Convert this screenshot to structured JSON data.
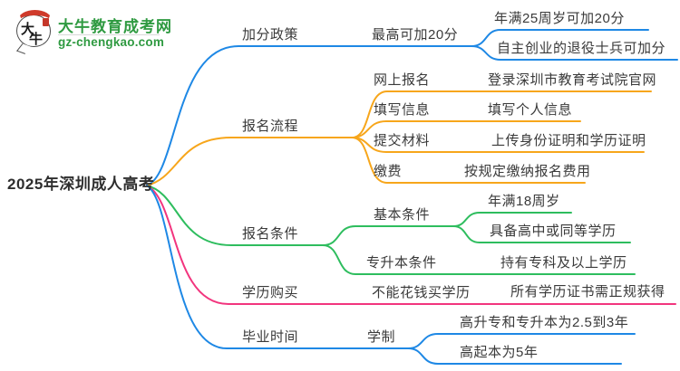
{
  "brand": {
    "name": "大牛教育成考网",
    "domain": "gz-chengkao.com",
    "logo_char_top": "大",
    "logo_char_bottom": "牛",
    "green": "#2f9a41",
    "red": "#cf3a2b"
  },
  "root_label": "2025年深圳成人高考",
  "colors": {
    "blue": "#1e88e5",
    "orange": "#f7a61b",
    "green": "#2ebd5e",
    "pink": "#f2357e",
    "text": "#3a3a3a"
  },
  "branches": [
    {
      "label": "加分政策",
      "color": "#1e88e5",
      "children": [
        {
          "label": "最高可加20分",
          "children": [
            {
              "label": "年满25周岁可加20分"
            },
            {
              "label": "自主创业的退役士兵可加分"
            }
          ]
        }
      ]
    },
    {
      "label": "报名流程",
      "color": "#f7a61b",
      "children": [
        {
          "label": "网上报名",
          "children": [
            {
              "label": "登录深圳市教育考试院官网"
            }
          ]
        },
        {
          "label": "填写信息",
          "children": [
            {
              "label": "填写个人信息"
            }
          ]
        },
        {
          "label": "提交材料",
          "children": [
            {
              "label": "上传身份证明和学历证明"
            }
          ]
        },
        {
          "label": "缴费",
          "children": [
            {
              "label": "按规定缴纳报名费用"
            }
          ]
        }
      ]
    },
    {
      "label": "报名条件",
      "color": "#2ebd5e",
      "children": [
        {
          "label": "基本条件",
          "children": [
            {
              "label": "年满18周岁"
            },
            {
              "label": "具备高中或同等学历"
            }
          ]
        },
        {
          "label": "专升本条件",
          "children": [
            {
              "label": "持有专科及以上学历"
            }
          ]
        }
      ]
    },
    {
      "label": "学历购买",
      "color": "#f2357e",
      "children": [
        {
          "label": "不能花钱买学历",
          "children": [
            {
              "label": "所有学历证书需正规获得"
            }
          ]
        }
      ]
    },
    {
      "label": "毕业时间",
      "color": "#1e88e5",
      "children": [
        {
          "label": "学制",
          "children": [
            {
              "label": "高升专和专升本为2.5到3年"
            },
            {
              "label": "高起本为5年"
            }
          ]
        }
      ]
    }
  ]
}
